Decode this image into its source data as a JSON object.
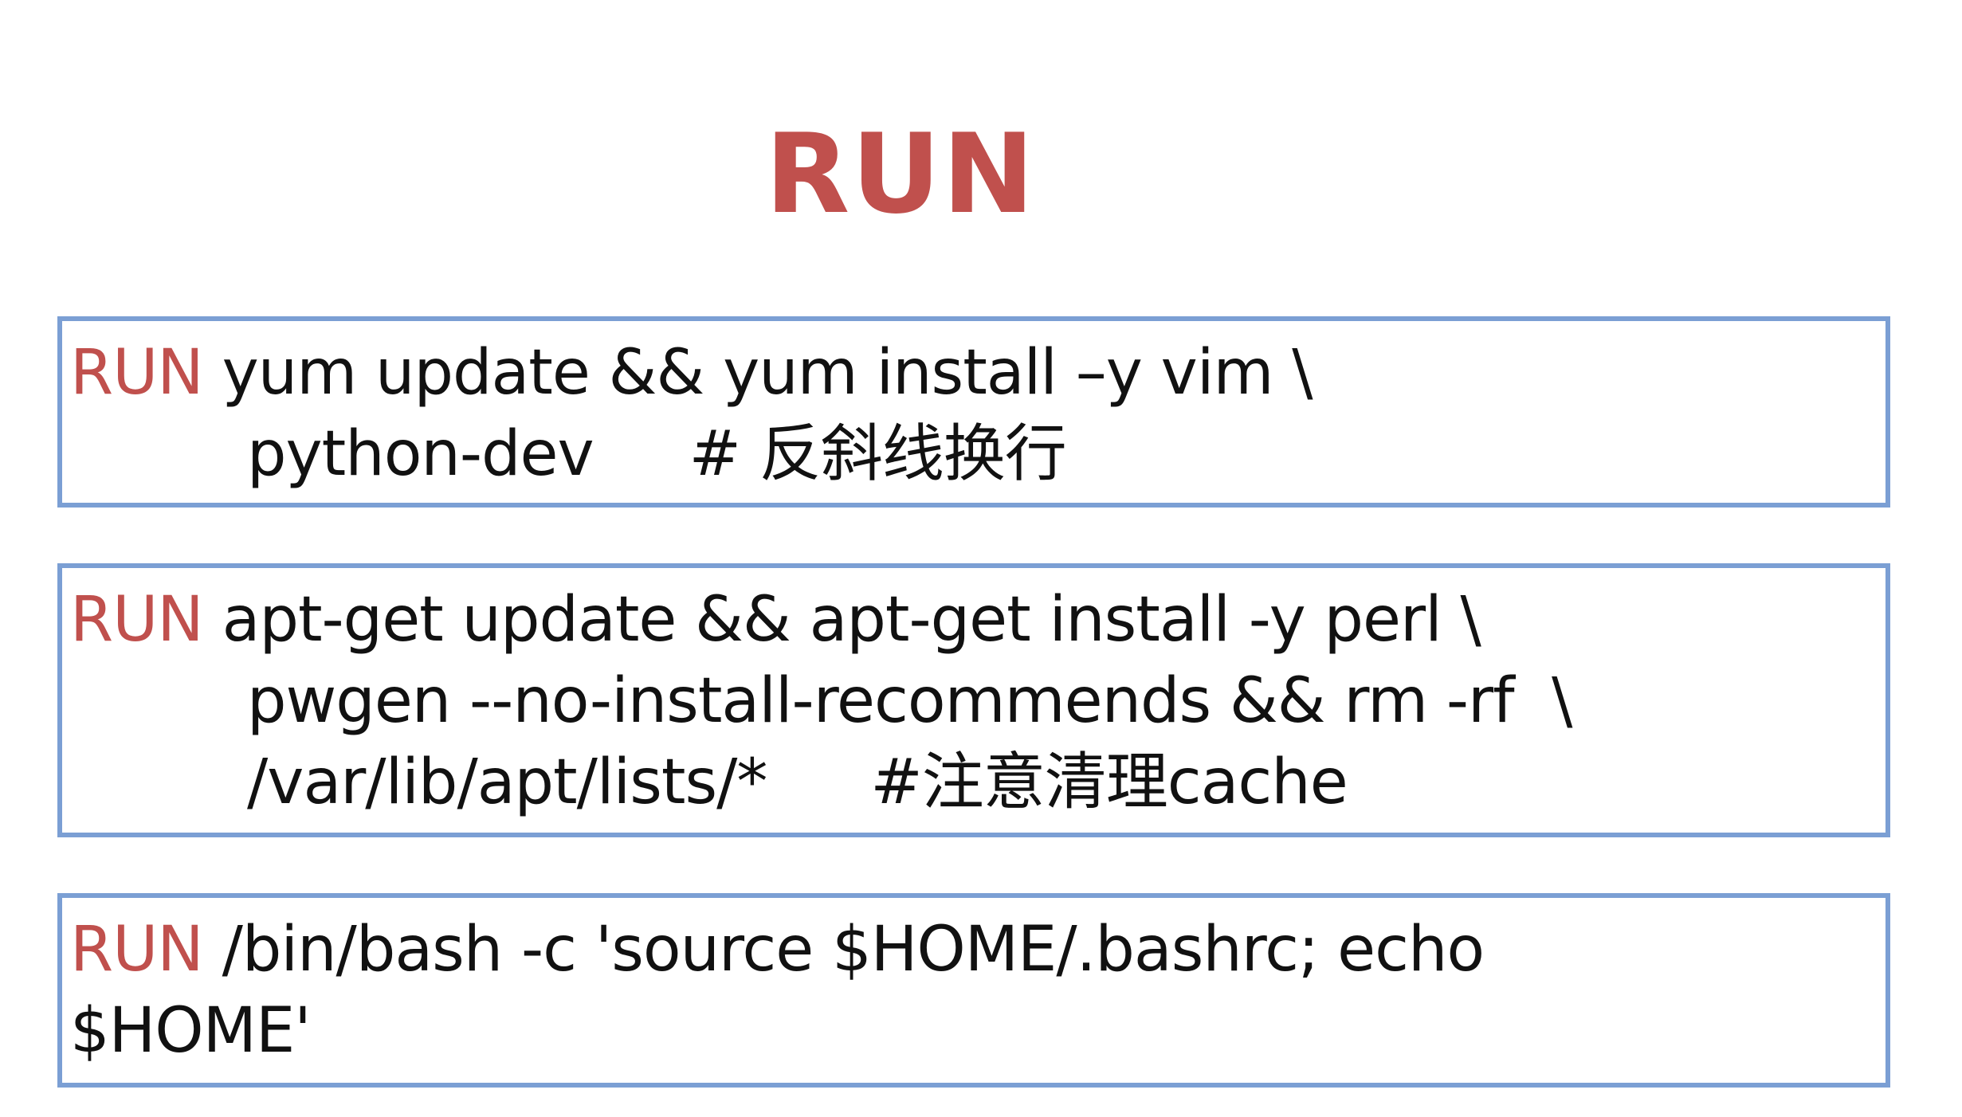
{
  "title": "RUN",
  "colors": {
    "keyword": "#c0504d",
    "box_border": "#7b9fd4",
    "text": "#111111",
    "background": "#ffffff"
  },
  "blocks": [
    {
      "keyword": "RUN",
      "line1": "yum update && yum install –y vim \\",
      "line2": "python-dev",
      "line2_comment": "# 反斜线换行"
    },
    {
      "keyword": "RUN",
      "line1": "apt-get update && apt-get install -y perl \\",
      "line2": "pwgen --no-install-recommends && rm -rf  \\",
      "line3": "/var/lib/apt/lists/*",
      "line3_comment": "#注意清理cache"
    },
    {
      "keyword": "RUN",
      "line1": "/bin/bash -c 'source $HOME/.bashrc; echo",
      "line2": "$HOME'"
    }
  ]
}
